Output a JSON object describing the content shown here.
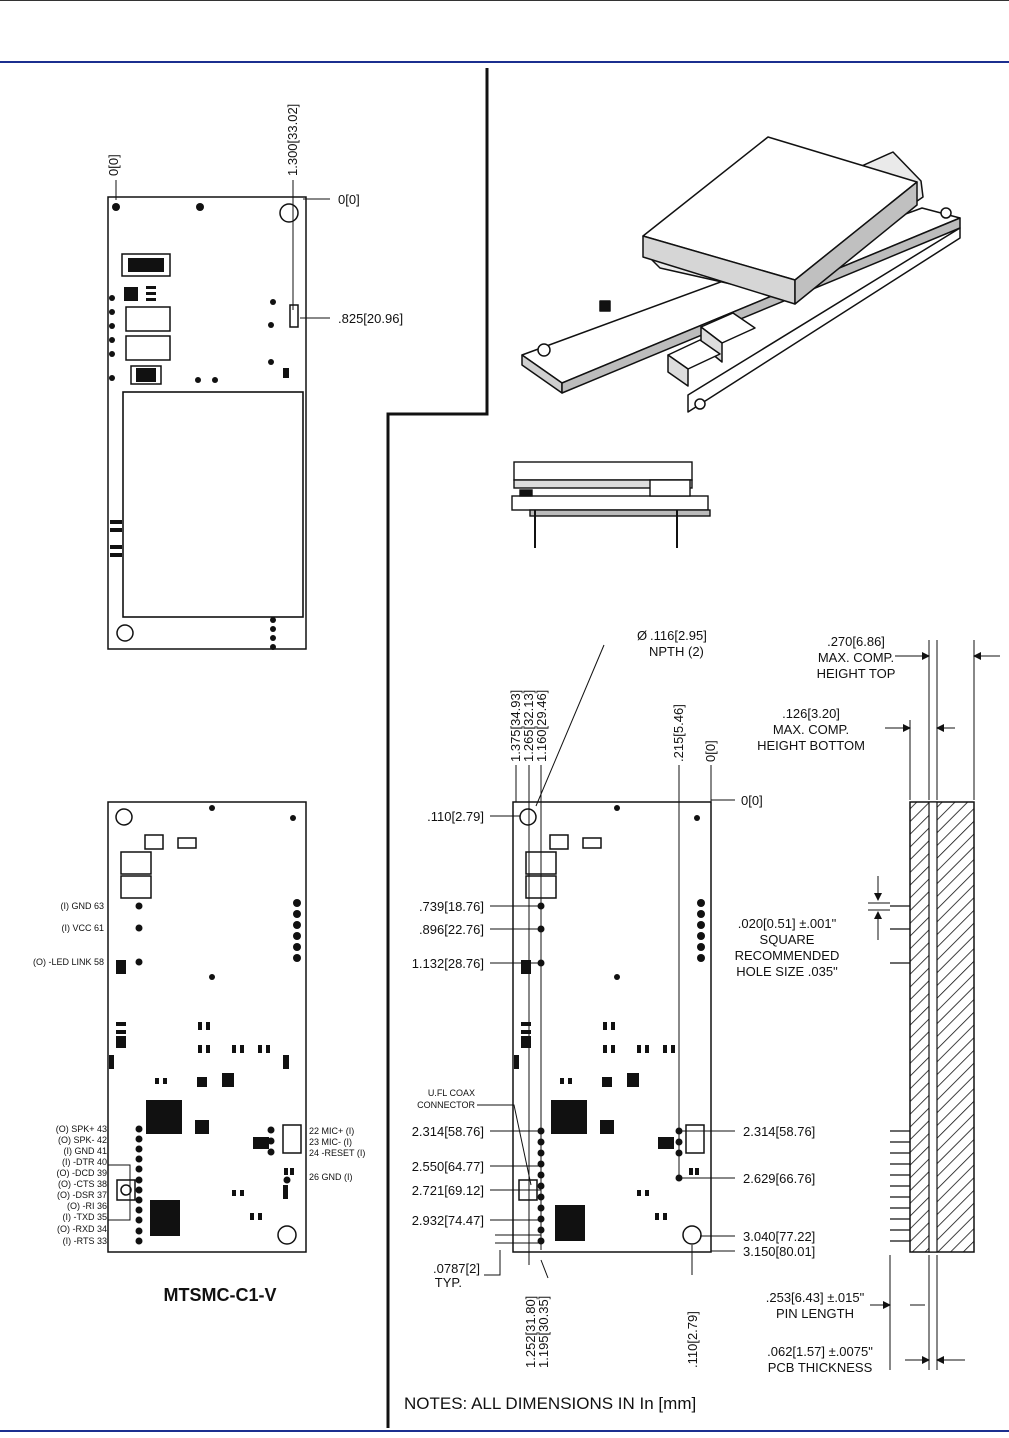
{
  "top_view": {
    "labels": {
      "x_origin": "0[0]",
      "x_hole": "1.300[33.02]",
      "y_origin": "0[0]",
      "y_825": ".825[20.96]"
    }
  },
  "bottom_view": {
    "title": "MTSMC-C1-V",
    "left_pins": [
      "(I) GND 63",
      "(I) VCC 61",
      "(O) -LED LINK 58"
    ],
    "left_pins2": [
      "(O) SPK+ 43",
      "(O) SPK- 42",
      "(I) GND 41",
      "(I) -DTR 40",
      "(O) -DCD 39",
      "(O) -CTS 38",
      "(O) -DSR 37",
      "(O) -RI 36",
      "(I) -TXD 35",
      "(O) -RXD 34",
      "(I) -RTS 33"
    ],
    "right_pins": [
      "22 MIC+ (I)",
      "23 MIC- (I)",
      "24 -RESET (I)",
      "26 GND (I)"
    ]
  },
  "dimension_view": {
    "top_labels": [
      "1.375[34.93]",
      "1.265[32.13]",
      "1.160[29.46]",
      ".215[5.46]",
      "0[0]"
    ],
    "hole_label": [
      ".116[2.95]",
      "NPTH (2)"
    ],
    "diameter_symbol": "Ø",
    "origin": "0[0]",
    "left_labels": [
      ".110[2.79]",
      ".739[18.76]",
      ".896[22.76]",
      "1.132[28.76]",
      "2.314[58.76]",
      "2.550[64.77]",
      "2.721[69.12]",
      "2.932[74.47]"
    ],
    "coax": [
      "U.FL COAX",
      "CONNECTOR"
    ],
    "typ": [
      ".0787[2]",
      "TYP."
    ],
    "right_labels": [
      "2.314[58.76]",
      "2.629[66.76]",
      "3.040[77.22]",
      "3.150[80.01]"
    ],
    "bottom_labels": [
      "1.252[31.80]",
      "1.195[30.35]",
      ".110[2.79]"
    ]
  },
  "side_view": {
    "top_height": [
      ".270[6.86]",
      "MAX. COMP.",
      "HEIGHT TOP"
    ],
    "bottom_height": [
      ".126[3.20]",
      "MAX. COMP.",
      "HEIGHT BOTTOM"
    ],
    "square": [
      ".020[0.51] ±.001\"",
      "SQUARE",
      "RECOMMENDED",
      "HOLE SIZE .035\""
    ],
    "pin_length": [
      ".253[6.43] ±.015\"",
      "PIN LENGTH"
    ],
    "pcb_thickness": [
      ".062[1.57] ±.0075\"",
      "PCB THICKNESS"
    ]
  },
  "notes": "NOTES: ALL DIMENSIONS IN In [mm]"
}
